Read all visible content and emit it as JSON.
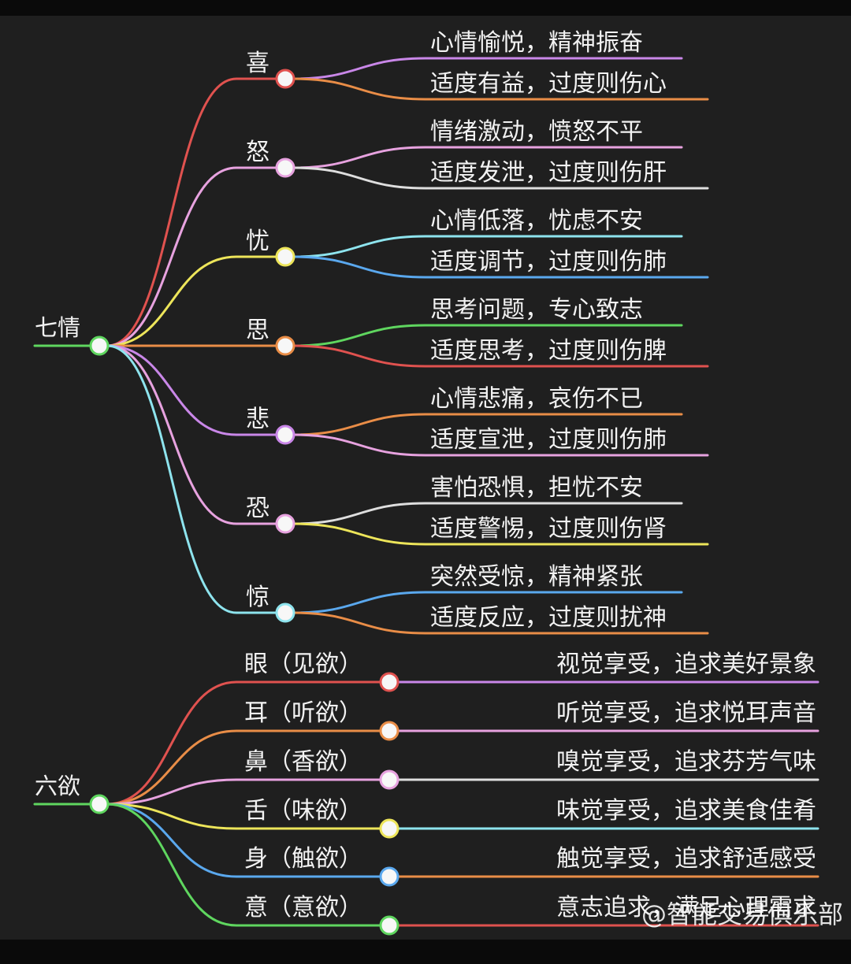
{
  "watermark": "@智能交易俱乐部",
  "colors": {
    "red": "#e0524f",
    "orange": "#e98d47",
    "yellow": "#ede55a",
    "green": "#5fd65f",
    "pink": "#e7a2df",
    "lavender": "#c987e8",
    "cyan": "#8ee4ee",
    "blue": "#5aa8ee",
    "white": "#dedede"
  },
  "qiqing": {
    "label": "七情",
    "items": [
      {
        "label": "喜",
        "color": "red",
        "children": [
          {
            "text": "心情愉悦，精神振奋",
            "color": "lavender"
          },
          {
            "text": "适度有益，过度则伤心",
            "color": "orange"
          }
        ]
      },
      {
        "label": "怒",
        "color": "pink",
        "children": [
          {
            "text": "情绪激动，愤怒不平",
            "color": "pink"
          },
          {
            "text": "适度发泄，过度则伤肝",
            "color": "white"
          }
        ]
      },
      {
        "label": "忧",
        "color": "yellow",
        "children": [
          {
            "text": "心情低落，忧虑不安",
            "color": "cyan"
          },
          {
            "text": "适度调节，过度则伤肺",
            "color": "blue"
          }
        ]
      },
      {
        "label": "思",
        "color": "orange",
        "children": [
          {
            "text": "思考问题，专心致志",
            "color": "green"
          },
          {
            "text": "适度思考，过度则伤脾",
            "color": "red"
          }
        ]
      },
      {
        "label": "悲",
        "color": "lavender",
        "children": [
          {
            "text": "心情悲痛，哀伤不已",
            "color": "orange"
          },
          {
            "text": "适度宣泄，过度则伤肺",
            "color": "pink"
          }
        ]
      },
      {
        "label": "恐",
        "color": "pink",
        "children": [
          {
            "text": "害怕恐惧，担忧不安",
            "color": "white"
          },
          {
            "text": "适度警惕，过度则伤肾",
            "color": "yellow"
          }
        ]
      },
      {
        "label": "惊",
        "color": "cyan",
        "children": [
          {
            "text": "突然受惊，精神紧张",
            "color": "blue"
          },
          {
            "text": "适度反应，过度则扰神",
            "color": "orange"
          }
        ]
      }
    ]
  },
  "liuyu": {
    "label": "六欲",
    "items": [
      {
        "label": "眼（见欲）",
        "color": "red",
        "child": {
          "text": "视觉享受，追求美好景象",
          "color": "lavender"
        }
      },
      {
        "label": "耳（听欲）",
        "color": "orange",
        "child": {
          "text": "听觉享受，追求悦耳声音",
          "color": "pink"
        }
      },
      {
        "label": "鼻（香欲）",
        "color": "pink",
        "child": {
          "text": "嗅觉享受，追求芬芳气味",
          "color": "white"
        }
      },
      {
        "label": "舌（味欲）",
        "color": "yellow",
        "child": {
          "text": "味觉享受，追求美食佳肴",
          "color": "cyan"
        }
      },
      {
        "label": "身（触欲）",
        "color": "blue",
        "child": {
          "text": "触觉享受，追求舒适感受",
          "color": "orange"
        }
      },
      {
        "label": "意（意欲）",
        "color": "green",
        "child": {
          "text": "意志追求，满足心理需求",
          "color": "red"
        }
      }
    ]
  }
}
